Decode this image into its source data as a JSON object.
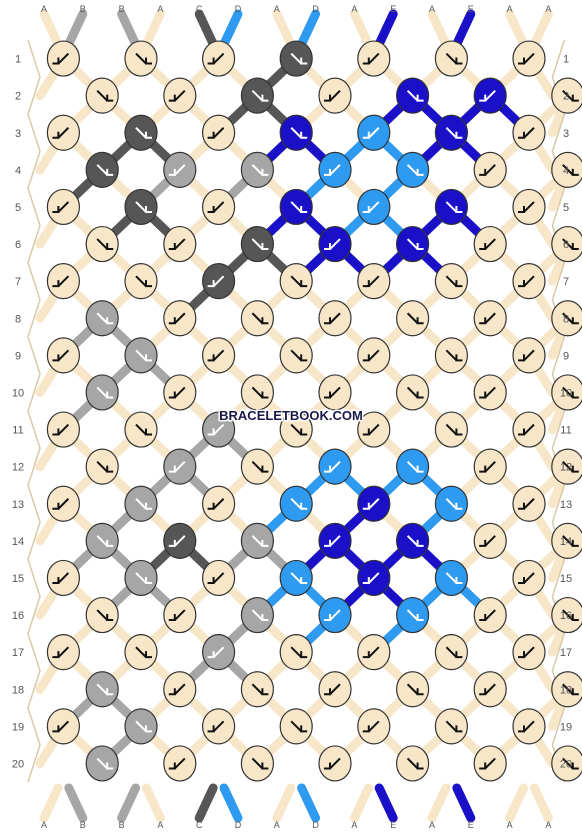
{
  "watermark": "BRACELETBOOK.COM",
  "strings_top": [
    "A",
    "B",
    "B",
    "A",
    "C",
    "D",
    "A",
    "D",
    "A",
    "E",
    "A",
    "E",
    "A",
    "A"
  ],
  "strings_bottom": [
    "A",
    "B",
    "B",
    "A",
    "C",
    "D",
    "A",
    "D",
    "A",
    "E",
    "A",
    "E",
    "A",
    "A"
  ],
  "row_labels": [
    "1",
    "2",
    "3",
    "4",
    "5",
    "6",
    "7",
    "8",
    "9",
    "10",
    "11",
    "12",
    "13",
    "14",
    "15",
    "16",
    "17",
    "18",
    "19",
    "20"
  ],
  "colors": {
    "A": "#f7e6c8",
    "B": "#a6a6a6",
    "C": "#565656",
    "D": "#2e9af0",
    "E": "#1a10c8"
  },
  "knot_icons": [
    "arrow-down-right",
    "arrow-down-left",
    "forward-backward",
    "backward-forward"
  ],
  "pattern": {
    "knot_rows": [
      "AAACAAA",
      "AACAEEA",
      "ACAEDEA",
      "CBBDDAA",
      "ACAEDEA",
      "AACEEAA",
      "AACAAAA",
      "BAAAAAA",
      "ABAAAAA",
      "BAAAAAA",
      "AABAAAA",
      "ABADDAA",
      "ABADEDA",
      "BCBEEAA",
      "ABADEDA",
      "AABDDAA",
      "AABAAAA",
      "BAAAAAA",
      "ABAAAAA",
      "BAAAAAA"
    ]
  }
}
